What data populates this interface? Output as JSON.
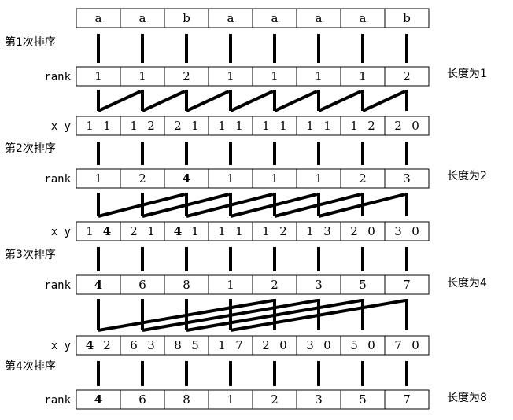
{
  "rows": [
    {
      "id": "chars",
      "label": "",
      "cells": [
        [
          "a"
        ],
        [
          "a"
        ],
        [
          "b"
        ],
        [
          "a"
        ],
        [
          "a"
        ],
        [
          "a"
        ],
        [
          "a"
        ],
        [
          "b"
        ]
      ]
    },
    {
      "id": "rank1",
      "label": "rank",
      "cells": [
        [
          "1"
        ],
        [
          "1"
        ],
        [
          "2"
        ],
        [
          "1"
        ],
        [
          "1"
        ],
        [
          "1"
        ],
        [
          "1"
        ],
        [
          "2"
        ]
      ]
    },
    {
      "id": "xy1",
      "label": "x  y",
      "cells": [
        [
          "1",
          "1"
        ],
        [
          "1",
          "2"
        ],
        [
          "2",
          "1"
        ],
        [
          "1",
          "1"
        ],
        [
          "1",
          "1"
        ],
        [
          "1",
          "1"
        ],
        [
          "1",
          "2"
        ],
        [
          "2",
          "0"
        ]
      ]
    },
    {
      "id": "rank2",
      "label": "rank",
      "cells": [
        [
          "1"
        ],
        [
          "2"
        ],
        [
          "4"
        ],
        [
          "1"
        ],
        [
          "1"
        ],
        [
          "1"
        ],
        [
          "2"
        ],
        [
          "3"
        ]
      ]
    },
    {
      "id": "xy2",
      "label": "x  y",
      "cells": [
        [
          "1",
          "4"
        ],
        [
          "2",
          "1"
        ],
        [
          "4",
          "1"
        ],
        [
          "1",
          "1"
        ],
        [
          "1",
          "2"
        ],
        [
          "1",
          "3"
        ],
        [
          "2",
          "0"
        ],
        [
          "3",
          "0"
        ]
      ]
    },
    {
      "id": "rank3",
      "label": "rank",
      "cells": [
        [
          "4"
        ],
        [
          "6"
        ],
        [
          "8"
        ],
        [
          "1"
        ],
        [
          "2"
        ],
        [
          "3"
        ],
        [
          "5"
        ],
        [
          "7"
        ]
      ]
    },
    {
      "id": "xy3",
      "label": "x  y",
      "cells": [
        [
          "4",
          "2"
        ],
        [
          "6",
          "3"
        ],
        [
          "8",
          "5"
        ],
        [
          "1",
          "7"
        ],
        [
          "2",
          "0"
        ],
        [
          "3",
          "0"
        ],
        [
          "5",
          "0"
        ],
        [
          "7",
          "0"
        ]
      ]
    },
    {
      "id": "rank4",
      "label": "rank",
      "cells": [
        [
          "4"
        ],
        [
          "6"
        ],
        [
          "8"
        ],
        [
          "1"
        ],
        [
          "2"
        ],
        [
          "3"
        ],
        [
          "5"
        ],
        [
          "7"
        ]
      ]
    }
  ],
  "stages": [
    "第1次排序",
    "第2次排序",
    "第3次排序",
    "第4次排序"
  ],
  "lengths": [
    "长度为1",
    "长度为2",
    "长度为4",
    "长度为8"
  ],
  "bold_digits": [
    {
      "row": "rank2",
      "col": 2,
      "part": 0
    },
    {
      "row": "xy2",
      "col": 0,
      "part": 1
    },
    {
      "row": "xy2",
      "col": 2,
      "part": 0
    },
    {
      "row": "rank3",
      "col": 0,
      "part": 0
    },
    {
      "row": "xy3",
      "col": 0,
      "part": 0
    },
    {
      "row": "rank4",
      "col": 0,
      "part": 0
    }
  ],
  "diagonal_offsets": [
    1,
    2,
    4
  ]
}
